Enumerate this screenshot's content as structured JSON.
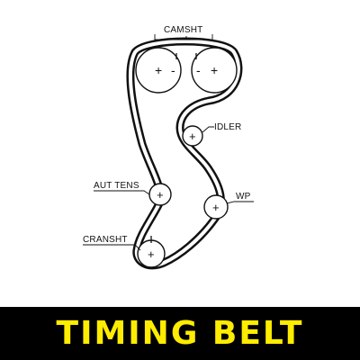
{
  "diagram": {
    "labels": {
      "camshaft": "CAMSHT",
      "idler": "IDLER",
      "aut_tens": "AUT TENS",
      "water_pump": "WP",
      "crankshaft": "CRANSHT"
    },
    "symbols": {
      "plus": "+",
      "minus": "-"
    }
  },
  "banner": {
    "title": "TIMING BELT",
    "text_color": "#ffec00",
    "background_color": "#000000"
  }
}
